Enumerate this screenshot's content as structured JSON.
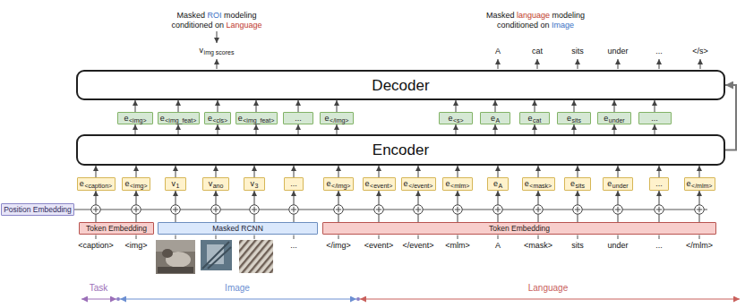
{
  "diagram": {
    "nodes": [
      {
        "text": [
          "Decoder"
        ]
      },
      {
        "text": [
          "e",
          "<img>"
        ]
      },
      {
        "text": [
          "e",
          "<img_feat>"
        ]
      },
      {
        "text": [
          "e",
          "<cls>"
        ]
      },
      {
        "text": [
          "e",
          "<img_feat>"
        ]
      },
      {
        "text": [
          "..."
        ]
      },
      {
        "text": [
          "e",
          "</img>"
        ]
      },
      {
        "text": [
          "e",
          "<s>"
        ]
      },
      {
        "text": [
          "e",
          "A"
        ]
      },
      {
        "text": [
          "e",
          "cat"
        ]
      },
      {
        "text": [
          "e",
          "sits"
        ]
      },
      {
        "text": [
          "e",
          "under"
        ]
      },
      {
        "text": [
          "..."
        ]
      },
      {
        "text": [
          "Encoder"
        ]
      },
      {
        "text": [
          "e",
          "<caption>"
        ]
      },
      {
        "text": [
          "e",
          "<img>"
        ]
      },
      {
        "text": [
          "v",
          "1"
        ]
      },
      {
        "text": [
          "v",
          "ano"
        ]
      },
      {
        "text": [
          "v",
          "3"
        ]
      },
      {
        "text": [
          "..."
        ]
      },
      {
        "text": [
          "e",
          "</img>"
        ]
      },
      {
        "text": [
          "e",
          "<event>"
        ]
      },
      {
        "text": [
          "e",
          "</event>"
        ]
      },
      {
        "text": [
          "e",
          "<mlm>"
        ]
      },
      {
        "text": [
          "e",
          "A"
        ]
      },
      {
        "text": [
          "e",
          "<mask>"
        ]
      },
      {
        "text": [
          "e",
          "sits"
        ]
      },
      {
        "text": [
          "e",
          "under"
        ]
      },
      {
        "text": [
          "..."
        ]
      },
      {
        "text": [
          "e",
          "</mlm>"
        ]
      },
      {
        "text": [
          "Position Embedding"
        ]
      },
      {
        "text": [
          "Token Embedding"
        ]
      },
      {
        "text": [
          "Masked RCNN"
        ]
      },
      {
        "text": [
          "Token Embedding"
        ]
      }
    ],
    "edges": [
      {
        "from": 13,
        "to": 1,
        "arrow": "to"
      },
      {
        "from": 13,
        "to": 2,
        "arrow": "to"
      },
      {
        "from": 13,
        "to": 3,
        "arrow": "to"
      },
      {
        "from": 13,
        "to": 4,
        "arrow": "to"
      },
      {
        "from": 13,
        "to": 5,
        "arrow": "to"
      },
      {
        "from": 13,
        "to": 6,
        "arrow": "to"
      },
      {
        "from": 13,
        "to": 7,
        "arrow": "to"
      },
      {
        "from": 13,
        "to": 8,
        "arrow": "to"
      },
      {
        "from": 13,
        "to": 9,
        "arrow": "to"
      },
      {
        "from": 13,
        "to": 10,
        "arrow": "to"
      },
      {
        "from": 13,
        "to": 11,
        "arrow": "to"
      },
      {
        "from": 13,
        "to": 12,
        "arrow": "to"
      },
      {
        "from": 1,
        "to": 0,
        "arrow": "to"
      },
      {
        "from": 2,
        "to": 0,
        "arrow": "to"
      },
      {
        "from": 3,
        "to": 0,
        "arrow": "to"
      },
      {
        "from": 4,
        "to": 0,
        "arrow": "to"
      },
      {
        "from": 5,
        "to": 0,
        "arrow": "to"
      },
      {
        "from": 6,
        "to": 0,
        "arrow": "to"
      },
      {
        "from": 7,
        "to": 0,
        "arrow": "to"
      },
      {
        "from": 8,
        "to": 0,
        "arrow": "to"
      },
      {
        "from": 9,
        "to": 0,
        "arrow": "to"
      },
      {
        "from": 10,
        "to": 0,
        "arrow": "to"
      },
      {
        "from": 11,
        "to": 0,
        "arrow": "to"
      },
      {
        "from": 12,
        "to": 0,
        "arrow": "to"
      },
      {
        "from": 14,
        "to": 13,
        "arrow": "to"
      },
      {
        "from": 15,
        "to": 13,
        "arrow": "to"
      },
      {
        "from": 16,
        "to": 13,
        "arrow": "to"
      },
      {
        "from": 17,
        "to": 13,
        "arrow": "to"
      },
      {
        "from": 18,
        "to": 13,
        "arrow": "to"
      },
      {
        "from": 19,
        "to": 13,
        "arrow": "to"
      },
      {
        "from": 20,
        "to": 13,
        "arrow": "to"
      },
      {
        "from": 21,
        "to": 13,
        "arrow": "to"
      },
      {
        "from": 22,
        "to": 13,
        "arrow": "to"
      },
      {
        "from": 23,
        "to": 13,
        "arrow": "to"
      },
      {
        "from": 24,
        "to": 13,
        "arrow": "to"
      },
      {
        "from": 25,
        "to": 13,
        "arrow": "to"
      },
      {
        "from": 26,
        "to": 13,
        "arrow": "to"
      },
      {
        "from": 27,
        "to": 13,
        "arrow": "to"
      },
      {
        "from": 28,
        "to": 13,
        "arrow": "to"
      },
      {
        "from": 29,
        "to": 13,
        "arrow": "to"
      },
      {
        "from": 13,
        "to": 0,
        "arrow": "to"
      },
      {
        "from": 31,
        "to": 14,
        "arrow": "to"
      },
      {
        "from": 31,
        "to": 15,
        "arrow": "to"
      },
      {
        "from": 32,
        "to": 16,
        "arrow": "to"
      },
      {
        "from": 32,
        "to": 17,
        "arrow": "to"
      },
      {
        "from": 32,
        "to": 18,
        "arrow": "to"
      },
      {
        "from": 32,
        "to": 19,
        "arrow": "to"
      },
      {
        "from": 33,
        "to": 20,
        "arrow": "to"
      },
      {
        "from": 33,
        "to": 21,
        "arrow": "to"
      },
      {
        "from": 33,
        "to": 22,
        "arrow": "to"
      },
      {
        "from": 33,
        "to": 23,
        "arrow": "to"
      },
      {
        "from": 33,
        "to": 24,
        "arrow": "to"
      },
      {
        "from": 33,
        "to": 25,
        "arrow": "to"
      },
      {
        "from": 33,
        "to": 26,
        "arrow": "to"
      },
      {
        "from": 33,
        "to": 27,
        "arrow": "to"
      },
      {
        "from": 33,
        "to": 28,
        "arrow": "to"
      },
      {
        "from": 33,
        "to": 29,
        "arrow": "to"
      }
    ],
    "labels": [
      "Masked",
      "ROI",
      "modeling",
      "conditioned on",
      "Language",
      "v",
      "img scores",
      "Masked",
      "language",
      "modeling",
      "conditioned on",
      "Image",
      "A",
      "cat",
      "sits",
      "under",
      "...",
      "</s>",
      "<caption>",
      "<img>",
      "...",
      "</img>",
      "<event>",
      "</event>",
      "<mlm>",
      "A",
      "<mask>",
      "sits",
      "under",
      "...",
      "</mlm>",
      "Task",
      "Image",
      "Language"
    ]
  }
}
